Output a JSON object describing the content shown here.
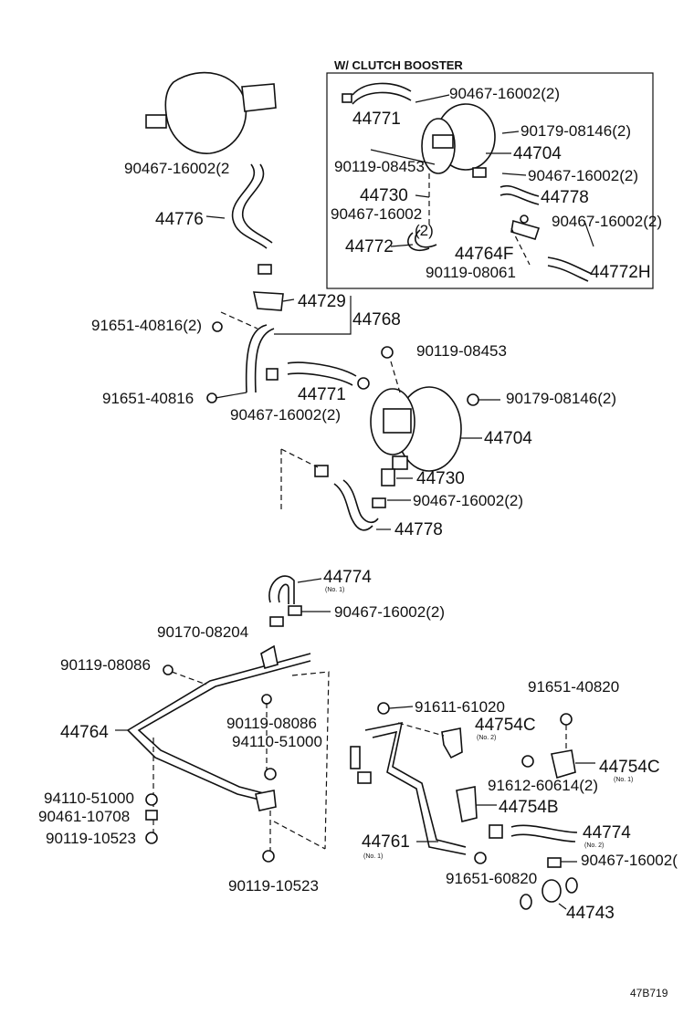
{
  "header": {
    "clutch_booster_label": "W/ CLUTCH BOOSTER"
  },
  "footer": {
    "diagram_code": "47B719"
  },
  "labels": {
    "l01": "90467-16002(2)",
    "l02": "44771",
    "l03": "90179-08146(2)",
    "l04": "44704",
    "l05": "90119-08453",
    "l06": "90467-16002(2)",
    "l07": "44730",
    "l08": "44778",
    "l09": "90467-16002",
    "l09b": "(2)",
    "l10": "90467-16002(2)",
    "l11": "44772",
    "l12": "44764F",
    "l13": "90119-08061",
    "l14": "44772H",
    "l15": "90467-16002(2",
    "l16": "44776",
    "l17": "44729",
    "l18": "44768",
    "l19": "91651-40816(2)",
    "l20": "90119-08453",
    "l21": "91651-40816",
    "l22": "44771",
    "l23": "90179-08146(2)",
    "l24": "90467-16002(2)",
    "l25": "44704",
    "l26": "44730",
    "l27": "90467-16002(2)",
    "l28": "44778",
    "l29": "44774",
    "l29s": "(No. 1)",
    "l30": "90467-16002(2)",
    "l31": "90170-08204",
    "l32": "90119-08086",
    "l33": "90119-08086",
    "l34": "94110-51000",
    "l35": "44764",
    "l36": "94110-51000",
    "l37": "90461-10708",
    "l38": "90119-10523",
    "l39": "90119-10523",
    "l40": "91611-61020",
    "l41": "44754C",
    "l41s": "(No. 2)",
    "l42": "91651-40820",
    "l43": "44754C",
    "l43s": "(No. 1)",
    "l44": "91612-60614(2)",
    "l45": "44754B",
    "l46": "44761",
    "l46s": "(No. 1)",
    "l47": "44774",
    "l47s": "(No. 2)",
    "l48": "90467-16002(",
    "l49": "91651-60820",
    "l50": "44743"
  }
}
